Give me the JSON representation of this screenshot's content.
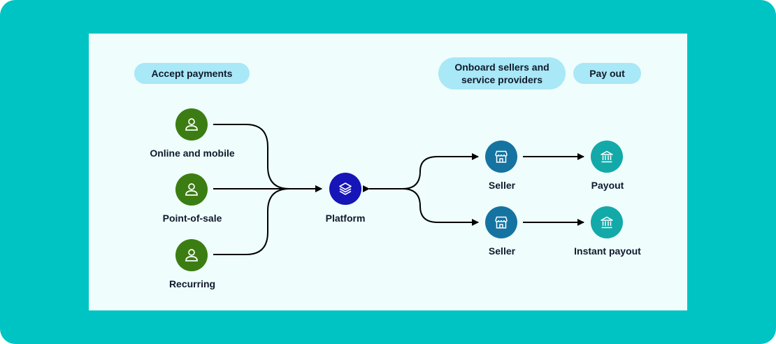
{
  "colors": {
    "frame": "#00c4c4",
    "panel": "#effdfd",
    "pill": "#a9e8f6",
    "customer_node": "#3b7d12",
    "platform_node": "#1515b8",
    "seller_node": "#1573a1",
    "payout_node": "#13a9a9",
    "line": "#000000"
  },
  "headers": {
    "accept_payments": "Accept payments",
    "onboard": "Onboard sellers and service providers",
    "pay_out": "Pay out"
  },
  "sources": [
    {
      "label": "Online and mobile",
      "icon": "user-icon"
    },
    {
      "label": "Point-of-sale",
      "icon": "user-icon"
    },
    {
      "label": "Recurring",
      "icon": "user-icon"
    }
  ],
  "platform": {
    "label": "Platform",
    "icon": "layers-icon"
  },
  "sellers": [
    {
      "label": "Seller",
      "icon": "storefront-icon"
    },
    {
      "label": "Seller",
      "icon": "storefront-icon"
    }
  ],
  "payouts": [
    {
      "label": "Payout",
      "icon": "bank-icon"
    },
    {
      "label": "Instant payout",
      "icon": "bank-icon"
    }
  ]
}
